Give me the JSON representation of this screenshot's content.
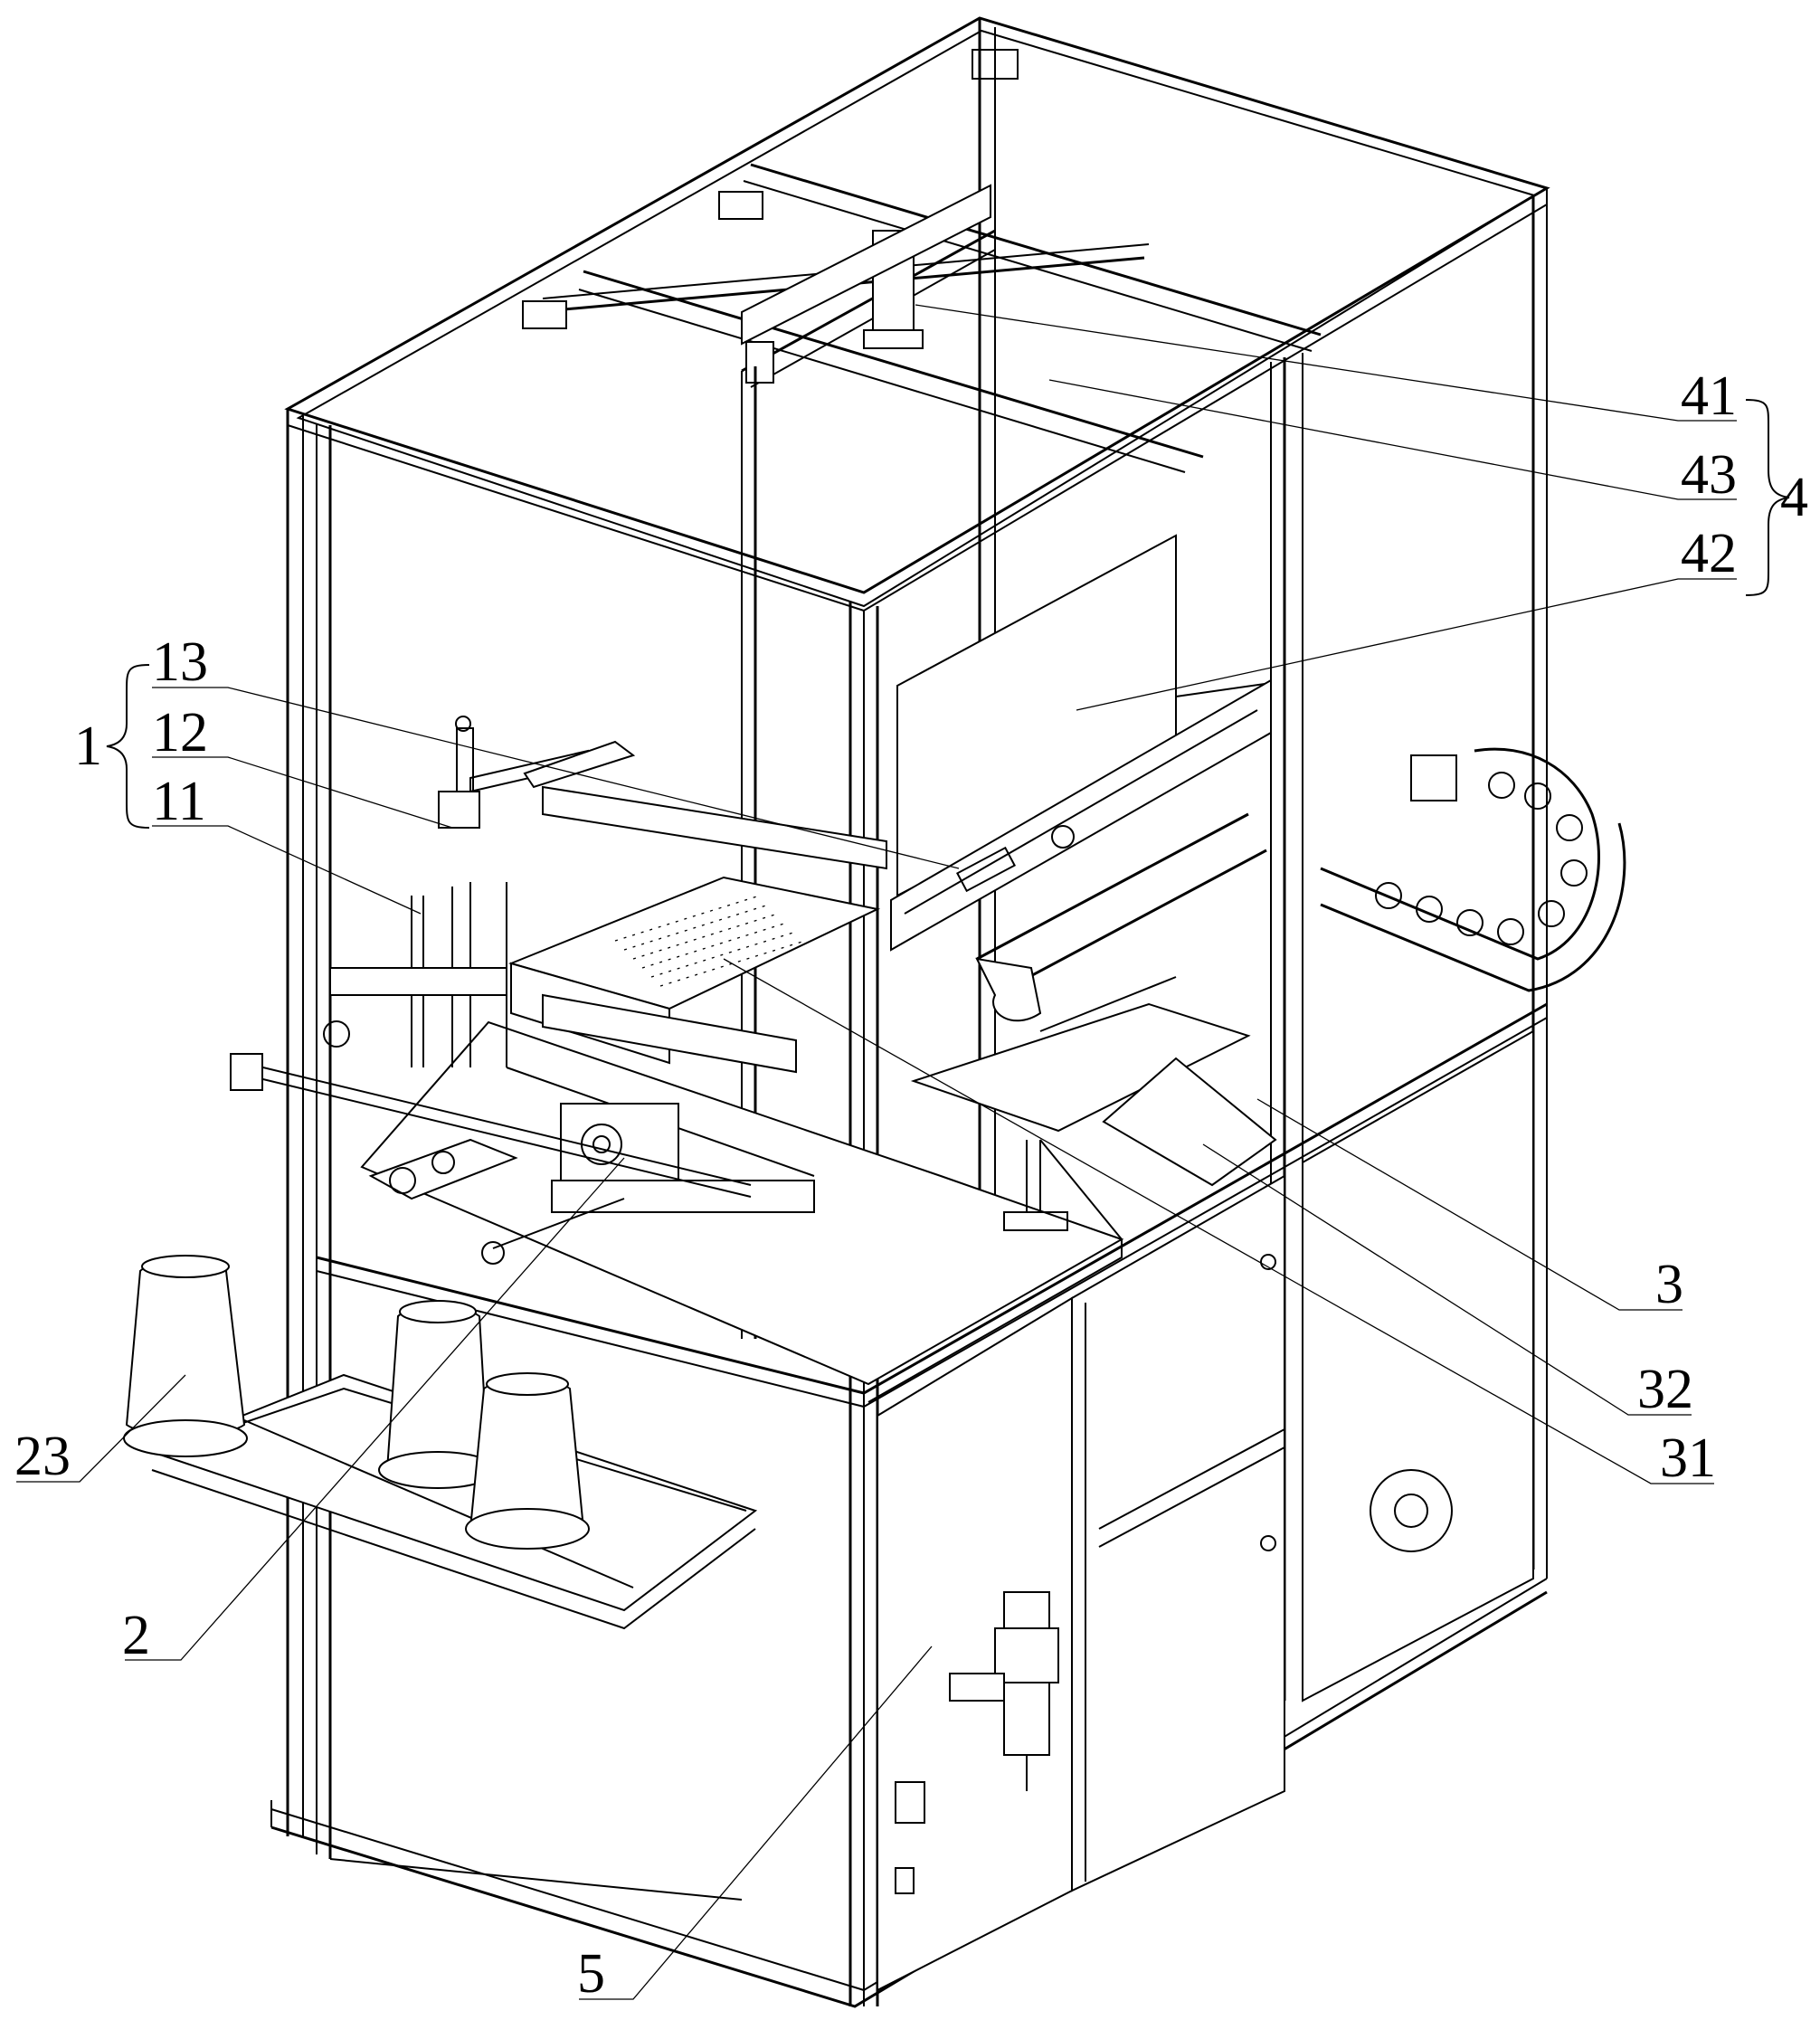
{
  "figure": {
    "labels": {
      "l41": "41",
      "l43": "43",
      "l42": "42",
      "l4": "4",
      "l13": "13",
      "l12": "12",
      "l11": "11",
      "l1": "1",
      "l3": "3",
      "l32": "32",
      "l31": "31",
      "l23": "23",
      "l2": "2",
      "l5": "5"
    }
  }
}
